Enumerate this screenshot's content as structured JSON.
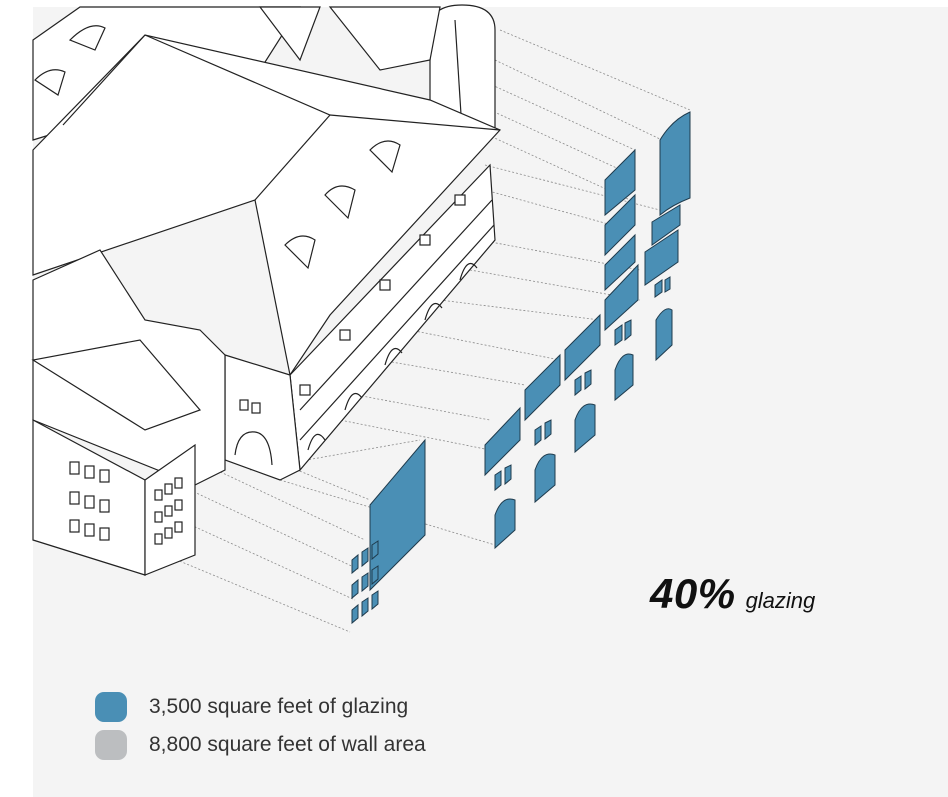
{
  "headline": {
    "percent": "40%",
    "word": "glazing",
    "value_percent": 40
  },
  "legend": [
    {
      "label": "3,500 square feet of glazing",
      "color": "#4a8fb5"
    },
    {
      "label": "8,800 square feet of wall area",
      "color": "#bcbec0"
    }
  ],
  "colors": {
    "glazing": "#4a8fb5",
    "wall": "#bcbec0",
    "background": "#f4f4f4",
    "line": "#222222"
  }
}
